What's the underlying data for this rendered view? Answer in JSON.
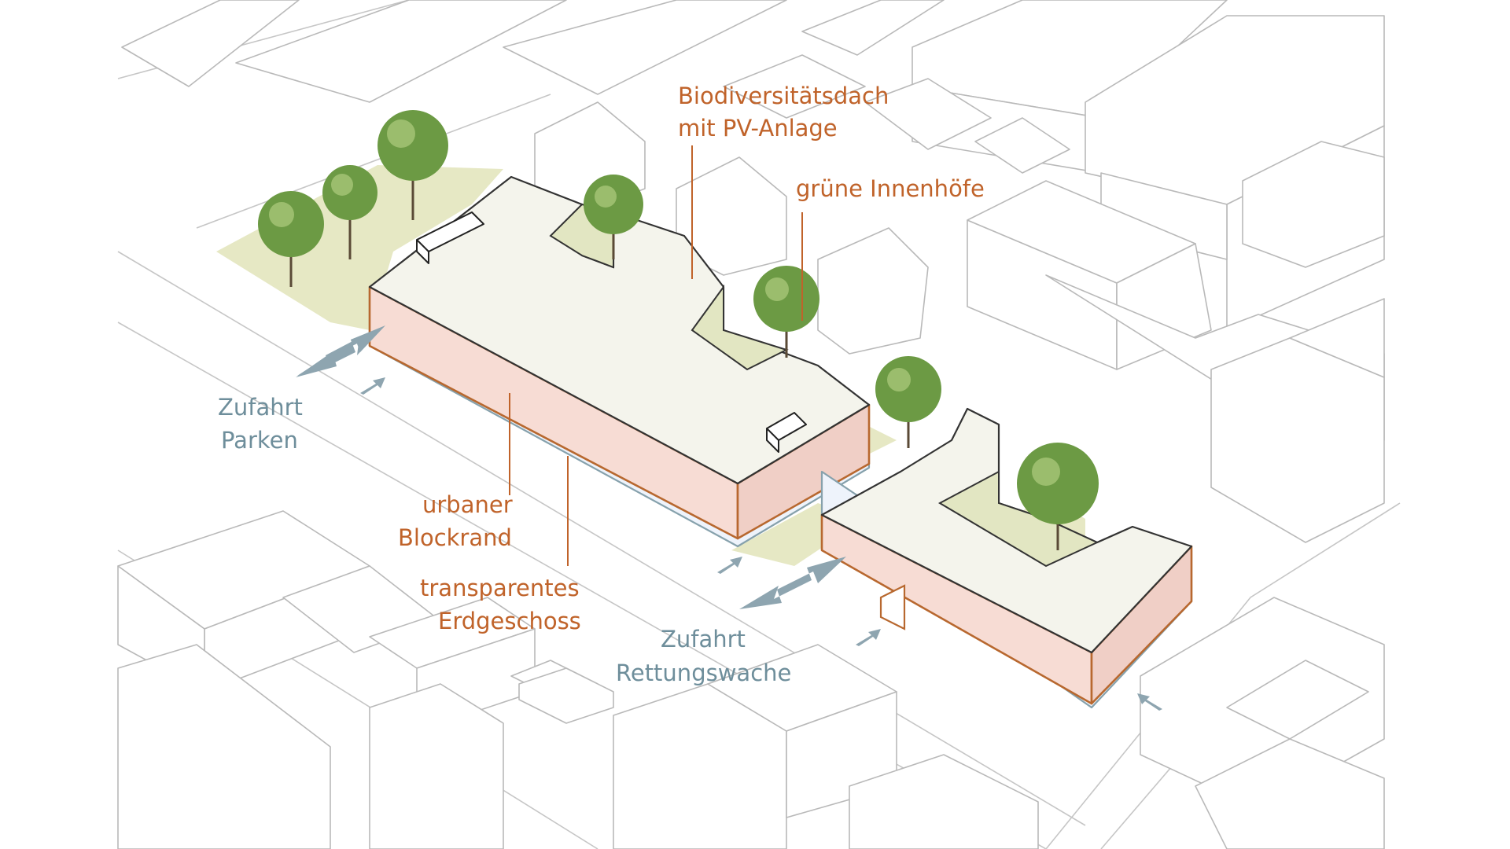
{
  "labels": {
    "roof": [
      "Biodiversitätsdach",
      "mit PV-Anlage"
    ],
    "courtyards": "grüne Innenhöfe",
    "access_parking": [
      "Zufahrt",
      "Parken"
    ],
    "block_edge": [
      "urbaner",
      "Blockrand"
    ],
    "ground_floor": [
      "transparentes",
      "Erdgeschoss"
    ],
    "access_rescue": [
      "Zufahrt",
      "Rettungswache"
    ]
  },
  "colors": {
    "annotation": "#c0632a",
    "access": "#6e8e9b",
    "facade": "#f7dcd4",
    "roof": "#f4f4ec",
    "greenery": "#e6e8c4",
    "trees": "#6c9a44"
  },
  "icons": [
    "tree-icon",
    "double-arrow-icon",
    "entrance-arrow-icon"
  ]
}
